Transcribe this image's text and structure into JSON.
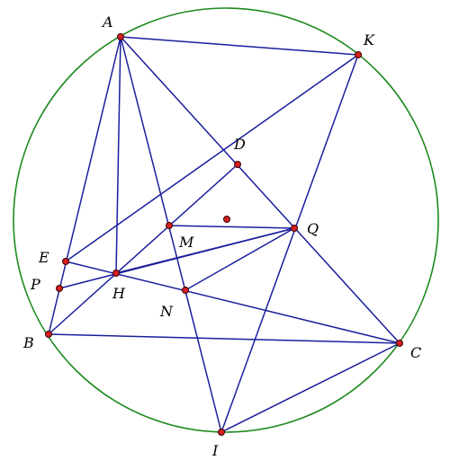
{
  "figure": {
    "circle_color": "#1e8a1e",
    "line_color": "#1a1f9c",
    "point_color": "#d42020",
    "points": [
      {
        "id": "A",
        "label": "A"
      },
      {
        "id": "K",
        "label": "K"
      },
      {
        "id": "D",
        "label": "D"
      },
      {
        "id": "M",
        "label": "M"
      },
      {
        "id": "O",
        "label": ""
      },
      {
        "id": "Q",
        "label": "Q"
      },
      {
        "id": "E",
        "label": "E"
      },
      {
        "id": "P",
        "label": "P"
      },
      {
        "id": "H",
        "label": "H"
      },
      {
        "id": "N",
        "label": "N"
      },
      {
        "id": "B",
        "label": "B"
      },
      {
        "id": "C",
        "label": "C"
      },
      {
        "id": "I",
        "label": "I"
      }
    ],
    "segments": [
      [
        "A",
        "K"
      ],
      [
        "A",
        "B"
      ],
      [
        "A",
        "H"
      ],
      [
        "A",
        "I"
      ],
      [
        "A",
        "C"
      ],
      [
        "K",
        "I"
      ],
      [
        "K",
        "E"
      ],
      [
        "B",
        "C"
      ],
      [
        "B",
        "D"
      ],
      [
        "E",
        "C"
      ],
      [
        "P",
        "Q"
      ],
      [
        "H",
        "Q"
      ],
      [
        "N",
        "Q"
      ],
      [
        "M",
        "Q"
      ],
      [
        "I",
        "C"
      ]
    ]
  }
}
